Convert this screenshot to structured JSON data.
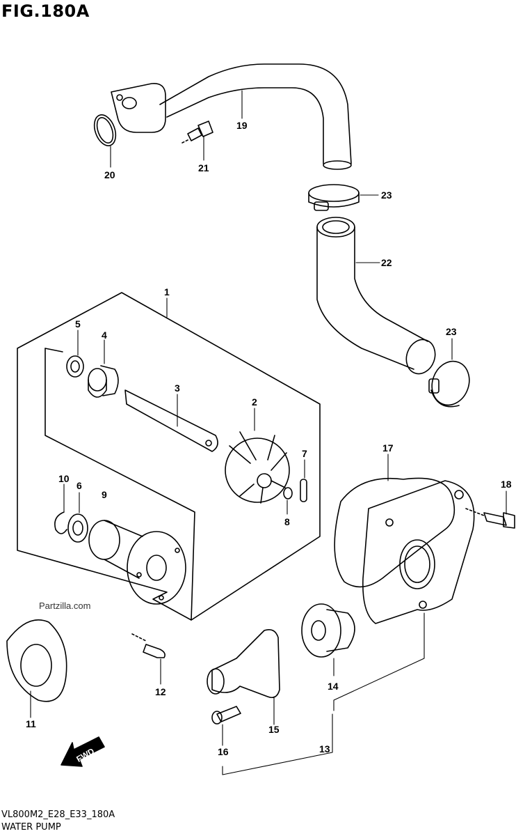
{
  "header": {
    "title": "FIG.180A"
  },
  "watermark": "Partzilla.com",
  "direction_badge": "FWD",
  "footer": {
    "code": "VL800M2_E28_E33_180A",
    "name": "WATER PUMP"
  },
  "callouts": [
    {
      "id": "1",
      "label": "1"
    },
    {
      "id": "2",
      "label": "2"
    },
    {
      "id": "3",
      "label": "3"
    },
    {
      "id": "4",
      "label": "4"
    },
    {
      "id": "5",
      "label": "5"
    },
    {
      "id": "6",
      "label": "6"
    },
    {
      "id": "7",
      "label": "7"
    },
    {
      "id": "8",
      "label": "8"
    },
    {
      "id": "9",
      "label": "9"
    },
    {
      "id": "10",
      "label": "10"
    },
    {
      "id": "11",
      "label": "11"
    },
    {
      "id": "12",
      "label": "12"
    },
    {
      "id": "13",
      "label": "13"
    },
    {
      "id": "14",
      "label": "14"
    },
    {
      "id": "15",
      "label": "15"
    },
    {
      "id": "16",
      "label": "16"
    },
    {
      "id": "17",
      "label": "17"
    },
    {
      "id": "18",
      "label": "18"
    },
    {
      "id": "19",
      "label": "19"
    },
    {
      "id": "20",
      "label": "20"
    },
    {
      "id": "21",
      "label": "21"
    },
    {
      "id": "22",
      "label": "22"
    },
    {
      "id": "23a",
      "label": "23"
    },
    {
      "id": "23b",
      "label": "23"
    }
  ]
}
